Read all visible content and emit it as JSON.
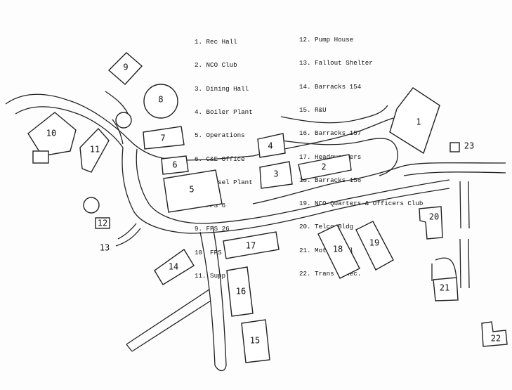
{
  "legend_left": [
    "1. Rec Hall",
    "2. NCO Club",
    "3. Dining Hall",
    "4. Boiler Plant",
    "5. Operations",
    "6. C&E Office",
    "7. Diesel Plant",
    "8. FPS 6",
    "9. FPS 26",
    "10. FPS 27",
    "11. Supply"
  ],
  "legend_right": [
    "12. Pump House",
    "13. Fallout Shelter",
    "14. Barracks 154",
    "15. R&U",
    "16. Barracks 157",
    "17. Headquarters",
    "18. Barracks 156",
    "19. NCO Quarters & Officers Club",
    "20. Telco Bldg",
    "21. Motor Pool",
    "22. Trans & Rec."
  ],
  "building_numbers": [
    "1",
    "2",
    "3",
    "4",
    "5",
    "6",
    "7",
    "8",
    "9",
    "10",
    "11",
    "12",
    "13",
    "14",
    "15",
    "16",
    "17",
    "18",
    "19",
    "20",
    "21",
    "22",
    "23"
  ]
}
